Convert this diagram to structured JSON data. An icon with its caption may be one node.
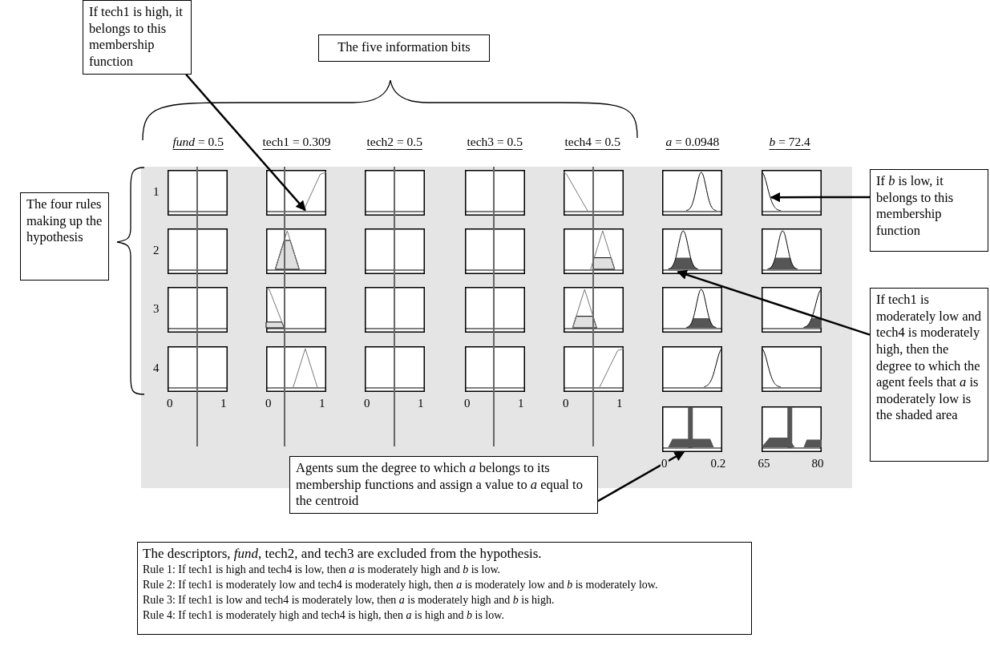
{
  "diagram": {
    "nodes": [
      {
        "text": [
          "If tech1 is high, it belongs to this membership function"
        ]
      },
      {
        "text": [
          "The five information bits"
        ]
      },
      {
        "text": [],
        "shape": "box"
      },
      {
        "text": [],
        "shape": "picture"
      },
      {
        "text": [],
        "shape": "box"
      },
      {
        "text": [],
        "shape": "box"
      },
      {
        "text": [],
        "shape": "picture"
      },
      {
        "text": [],
        "shape": "picture"
      },
      {
        "text": [],
        "shape": "picture"
      },
      {
        "text": [
          "If *b* is low, it belongs to this membership function"
        ]
      },
      {
        "text": [
          "The four rules making up the hypothesis"
        ]
      },
      {
        "text": [],
        "shape": "box"
      },
      {
        "text": [],
        "shape": "picture"
      },
      {
        "text": [],
        "shape": "box"
      },
      {
        "text": [],
        "shape": "box"
      },
      {
        "text": [],
        "shape": "picture"
      },
      {
        "text": [],
        "shape": "picture"
      },
      {
        "text": [],
        "shape": "picture"
      },
      {
        "text": [
          "If tech1 is moderately low and tech4 is moderately high, then the degree to which the agent feels that *a* is moderately low is the shaded area"
        ]
      },
      {
        "text": [],
        "shape": "box"
      },
      {
        "text": [],
        "shape": "picture"
      },
      {
        "text": [],
        "shape": "box"
      },
      {
        "text": [],
        "shape": "box"
      },
      {
        "text": [],
        "shape": "picture"
      },
      {
        "text": [],
        "shape": "picture"
      },
      {
        "text": [],
        "shape": "picture"
      },
      {
        "text": [],
        "shape": "box",
        "beside": [
          "0",
          "1"
        ]
      },
      {
        "text": [],
        "shape": "picture",
        "beside": [
          "0",
          "1"
        ]
      },
      {
        "text": [],
        "shape": "box",
        "beside": [
          "0",
          "1"
        ]
      },
      {
        "text": [],
        "shape": "box",
        "beside": [
          "0",
          "1"
        ]
      },
      {
        "text": [],
        "shape": "picture",
        "beside": [
          "0",
          "1"
        ]
      },
      {
        "text": [],
        "shape": "picture"
      },
      {
        "text": [],
        "shape": "picture"
      },
      {
        "text": [],
        "shape": "picture",
        "beside": [
          "0",
          "0.2"
        ]
      },
      {
        "text": [],
        "shape": "picture",
        "beside": [
          "65",
          "80"
        ]
      },
      {
        "text": [
          "Agents sum the degree to which *a* belongs to its membership functions and assign a value to *a* equal to the centroid"
        ]
      },
      {
        "text": [
          "The descriptors, *fund*, tech2, and tech3 are excluded from the hypothesis.",
          "Rule 1: If tech1 is high and tech4 is low, then *a* is moderately high and *b* is low.",
          "Rule 2: If tech1 is moderately low and tech4 is moderately high, then *a* is moderately low and *b* is moderately low.",
          "Rule 3: If tech1 is low and tech4 is moderately low, then *a* is moderately high and *b* is high.",
          "Rule 4: If tech1 is moderately high and tech4 is high, then *a* is high and *b* is low."
        ]
      }
    ],
    "edges": [
      {
        "from": 0,
        "to": 3,
        "arrow": "to"
      },
      {
        "from": 9,
        "to": 8,
        "arrow": "to"
      },
      {
        "from": 18,
        "to": 16,
        "arrow": "to"
      },
      {
        "from": 35,
        "to": 33,
        "arrow": "to"
      }
    ],
    "labels": [
      "*fund* = 0.5",
      "tech1 = 0.309",
      "tech2 = 0.5",
      "tech3 = 0.5",
      "tech4 = 0.5",
      "*a* = 0.0948",
      "*b* = 72.4",
      "1",
      "2",
      "3",
      "4"
    ]
  }
}
